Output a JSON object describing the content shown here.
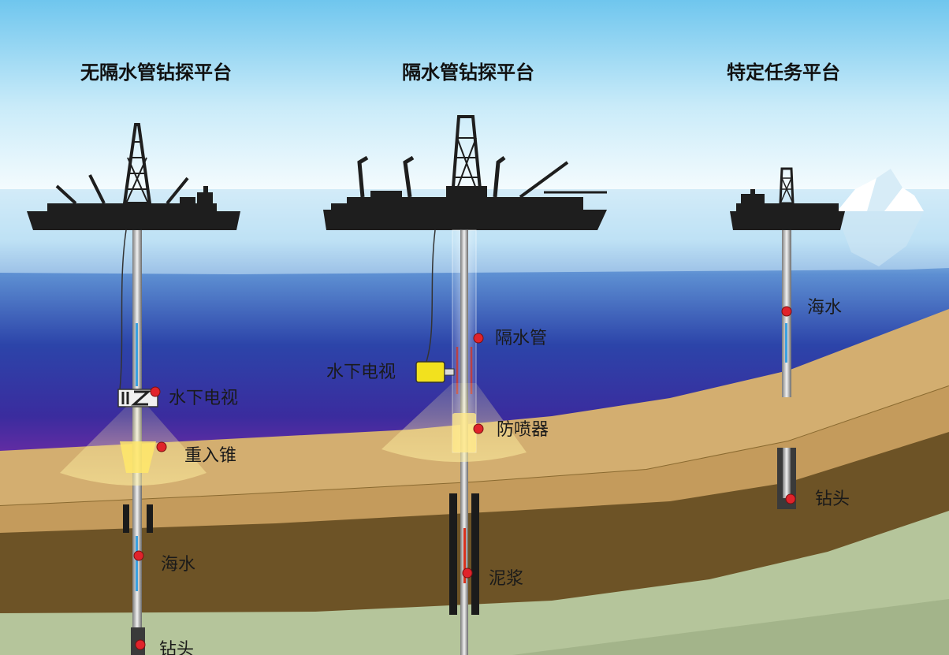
{
  "platforms": [
    {
      "title": "无隔水管钻探平台"
    },
    {
      "title": "隔水管钻探平台"
    },
    {
      "title": "特定任务平台"
    }
  ],
  "labels": {
    "tv_1": "水下电视",
    "reentry_cone": "重入锥",
    "seawater_1": "海水",
    "bit_1": "钻头",
    "tv_2": "水下电视",
    "riser": "隔水管",
    "bop": "防喷器",
    "mud": "泥浆",
    "seawater_3": "海水",
    "bit_3": "钻头"
  },
  "colors": {
    "sky_top": "#74c9ee",
    "sky_bottom": "#f4fbfe",
    "water_surface": "#bfe3f6",
    "water_deep": "#23359a",
    "water_abyss": "#6a2da0",
    "sediment_top": "#d2ad6e",
    "sediment_layer": "#c29a5a",
    "rock": "#6e5426",
    "basement": "#b6c69c",
    "vessel": "#222222",
    "marker": "#e0232b",
    "flow_blue": "#3aa0e0",
    "flow_red": "#d8321e"
  }
}
